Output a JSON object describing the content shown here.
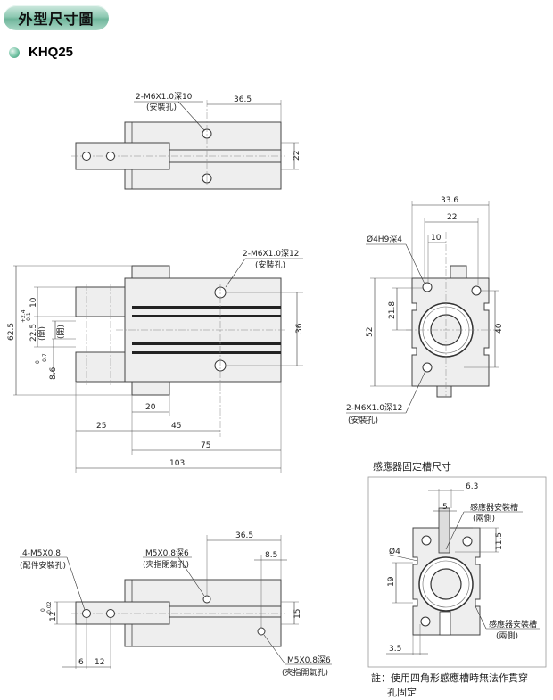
{
  "header": {
    "title": "外型尺寸圖",
    "model": "KHQ25"
  },
  "top_view": {
    "hole_label": "2-M6X1.0深10",
    "hole_sub": "(安裝孔)",
    "dim_36_5": "36.5",
    "dim_22": "22"
  },
  "side_view": {
    "hole_label": "2-M6X1.0深12",
    "hole_sub": "(安裝孔)",
    "dim_62_5": "62.5",
    "dim_10": "10",
    "dim_22_5": "22.5",
    "tol_22_5_upper": "+2.4",
    "tol_22_5_lower": "-0.1",
    "open_label": "(開)",
    "closed_label": "(閉)",
    "dim_8_6": "8.6",
    "tol_8_6_upper": "0",
    "tol_8_6_lower": "-0.7",
    "dim_36": "36",
    "dim_20": "20",
    "dim_25": "25",
    "dim_45": "45",
    "dim_75": "75",
    "dim_103": "103"
  },
  "end_view": {
    "dim_33_6": "33.6",
    "dim_22": "22",
    "dim_10": "10",
    "pin_label": "Ø4H9深4",
    "dim_21_8": "21.8",
    "dim_52": "52",
    "dim_40": "40",
    "hole_label": "2-M6X1.0深12",
    "hole_sub": "(安裝孔)"
  },
  "sensor_section": {
    "title": "感應器固定槽尺寸",
    "dim_6_3": "6.3",
    "dim_5": "5",
    "slot_label": "感應器安裝槽",
    "slot_sub": "(兩側)",
    "dim_11_5": "11.5",
    "dia_4": "Ø4",
    "dim_19": "19",
    "slot_label2": "感應器安裝槽",
    "slot_sub2": "(兩側)",
    "dim_3_5": "3.5",
    "note_line1": "註：使用四角形感應槽時無法作貫穿",
    "note_line2": "孔固定"
  },
  "bottom_view": {
    "mount_label": "4-M5X0.8",
    "mount_sub": "(配件安裝孔)",
    "port_label1": "M5X0.8深6",
    "port_sub1": "(夾指閉氣孔)",
    "port_label2": "M5X0.8深6",
    "port_sub2": "(夾指開氣孔)",
    "dim_36_5": "36.5",
    "dim_8_5": "8.5",
    "dim_15": "15",
    "dim_12": "12",
    "tol_12_upper": "0",
    "tol_12_lower": "-0.02",
    "dim_6": "6",
    "dim_12b": "12"
  }
}
